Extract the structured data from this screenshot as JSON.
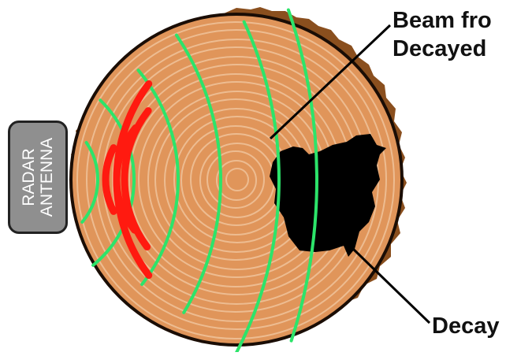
{
  "labels": {
    "antenna_line1": "RADAR",
    "antenna_line2": "ANTENNA",
    "beam_line1": "Beam fro",
    "beam_line2": "Decayed",
    "decay": "Decay"
  },
  "colors": {
    "bark": "#8a4f1e",
    "wood": "#e0955a",
    "ring": "#f2c9a4",
    "decay": "#000000",
    "reflected_wave": "#ff1a10",
    "transmitted_wave": "#2ce46a",
    "antenna_fill": "#8f8f8f"
  }
}
